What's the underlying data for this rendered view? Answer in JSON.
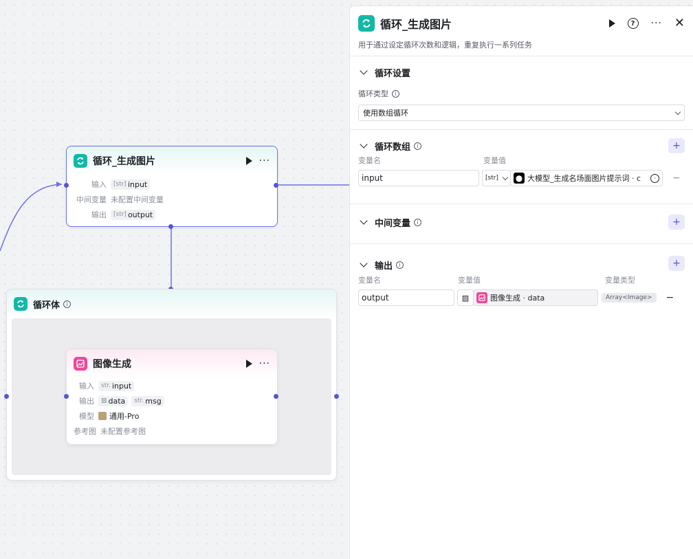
{
  "canvas": {
    "loop_node": {
      "title": "循环_生成图片",
      "rows": [
        {
          "label": "输入",
          "type": "[str]",
          "value": "input"
        },
        {
          "label": "中间变量",
          "value": "未配置中间变量"
        },
        {
          "label": "输出",
          "type": "[str]",
          "value": "output"
        }
      ]
    },
    "loop_body": {
      "title": "循环体"
    },
    "image_node": {
      "title": "图像生成",
      "input_label": "输入",
      "input_type": "str.",
      "input_value": "input",
      "output_label": "输出",
      "output_a": "data",
      "output_b_type": "str.",
      "output_b": "msg",
      "model_label": "模型",
      "model_value": "通用-Pro",
      "ref_label": "参考图",
      "ref_value": "未配置参考图"
    }
  },
  "panel": {
    "title": "循环_生成图片",
    "description": "用于通过设定循环次数和逻辑，重复执行一系列任务",
    "loop_settings": {
      "title": "循环设置",
      "type_label": "循环类型",
      "type_value": "使用数组循环"
    },
    "loop_array": {
      "title": "循环数组",
      "col_name": "变量名",
      "col_value": "变量值",
      "var_name": "input",
      "var_type": "[str]",
      "var_ref": "大模型_生成名场面图片提示词 · c"
    },
    "mid_vars": {
      "title": "中间变量"
    },
    "output": {
      "title": "输出",
      "col_name": "变量名",
      "col_value": "变量值",
      "col_type": "变量类型",
      "var_name": "output",
      "var_ref": "图像生成 · data",
      "var_type": "Array<Image>"
    }
  },
  "colors": {
    "accent": "#5456d6",
    "loop": "#14b8a6",
    "image": "#ec4899"
  }
}
